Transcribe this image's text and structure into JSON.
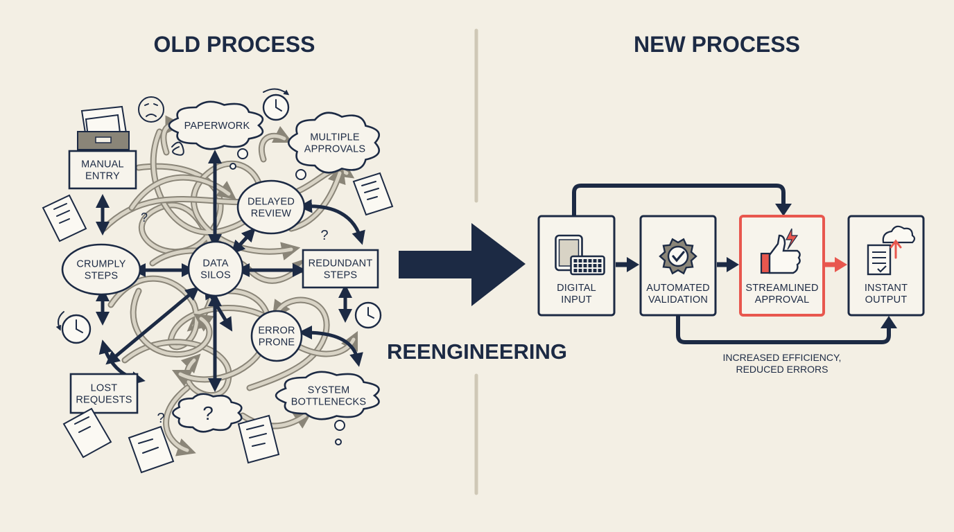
{
  "headings": {
    "old": "OLD PROCESS",
    "new": "NEW PROCESS",
    "transition": "REENGINEERING"
  },
  "old_process": {
    "nodes": [
      {
        "id": "manual-entry",
        "lines": [
          "MANUAL",
          "ENTRY"
        ]
      },
      {
        "id": "paperwork",
        "lines": [
          "PAPERWORK"
        ]
      },
      {
        "id": "multiple-approvals",
        "lines": [
          "MULTIPLE",
          "APPROVALS"
        ]
      },
      {
        "id": "delayed-review",
        "lines": [
          "DELAYED",
          "REVIEW"
        ]
      },
      {
        "id": "crumply-steps",
        "lines": [
          "CRUMPLY",
          "STEPS"
        ]
      },
      {
        "id": "data-silos",
        "lines": [
          "DATA",
          "SILOS"
        ]
      },
      {
        "id": "redundant-steps",
        "lines": [
          "REDUNDANT",
          "STEPS"
        ]
      },
      {
        "id": "error-prone",
        "lines": [
          "ERROR",
          "PRONE"
        ]
      },
      {
        "id": "lost-requests",
        "lines": [
          "LOST",
          "REQUESTS"
        ]
      },
      {
        "id": "system-bottlenecks",
        "lines": [
          "SYSTEM",
          "BOTTLENECKS"
        ]
      }
    ],
    "question_mark": "?"
  },
  "new_process": {
    "steps": [
      {
        "id": "digital-input",
        "lines": [
          "DIGITAL",
          "INPUT"
        ],
        "icon": "tablet-keyboard-icon"
      },
      {
        "id": "automated-validation",
        "lines": [
          "AUTOMATED",
          "VALIDATION"
        ],
        "icon": "gear-check-icon"
      },
      {
        "id": "streamlined-approval",
        "lines": [
          "STREAMLINED",
          "APPROVAL"
        ],
        "icon": "thumbs-up-lightning-icon",
        "highlight": true
      },
      {
        "id": "instant-output",
        "lines": [
          "INSTANT",
          "OUTPUT"
        ],
        "icon": "cloud-document-icon"
      }
    ],
    "caption": [
      "INCREASED EFFICIENCY,",
      "REDUCED ERRORS"
    ]
  },
  "colors": {
    "navy": "#1c2a44",
    "background": "#f3efe4",
    "accent_red": "#e8574e",
    "gray_arrow": "#8a8578",
    "divider": "#cfc8b6"
  }
}
